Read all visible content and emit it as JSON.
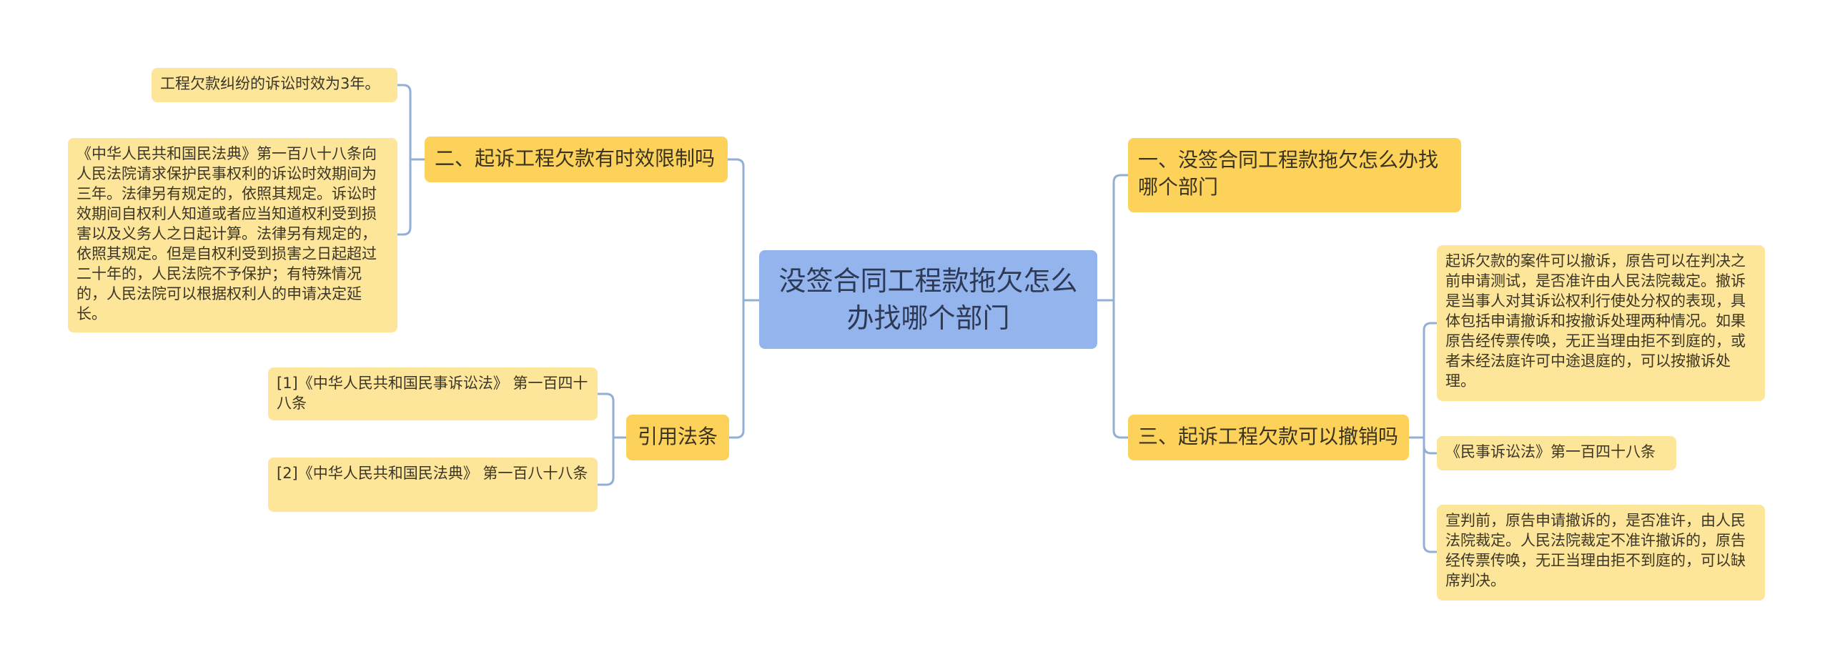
{
  "root": {
    "label": "没签合同工程款拖欠怎么办找哪个部门"
  },
  "branches": [
    {
      "label": "一、没签合同工程款拖欠怎么办找哪个部门",
      "leaves": []
    },
    {
      "label": "三、起诉工程欠款可以撤销吗",
      "leaves": [
        "起诉欠款的案件可以撤诉，原告可以在判决之前申请测试，是否准许由人民法院裁定。撤诉是当事人对其诉讼权利行使处分权的表现，具体包括申请撤诉和按撤诉处理两种情况。如果原告经传票传唤，无正当理由拒不到庭的，或者未经法庭许可中途退庭的，可以按撤诉处理。",
        "《民事诉讼法》第一百四十八条",
        "宣判前，原告申请撤诉的，是否准许，由人民法院裁定。人民法院裁定不准许撤诉的，原告经传票传唤，无正当理由拒不到庭的，可以缺席判决。"
      ]
    },
    {
      "label": "二、起诉工程欠款有时效限制吗",
      "leaves": [
        "工程欠款纠纷的诉讼时效为3年。",
        "《中华人民共和国民法典》第一百八十八条向人民法院请求保护民事权利的诉讼时效期间为三年。法律另有规定的，依照其规定。诉讼时效期间自权利人知道或者应当知道权利受到损害以及义务人之日起计算。法律另有规定的，依照其规定。但是自权利受到损害之日起超过二十年的，人民法院不予保护；有特殊情况的，人民法院可以根据权利人的申请决定延长。"
      ]
    },
    {
      "label": "引用法条",
      "leaves": [
        "[1]《中华人民共和国民事诉讼法》 第一百四十八条",
        "[2]《中华人民共和国民法典》 第一百八十八条"
      ]
    }
  ]
}
